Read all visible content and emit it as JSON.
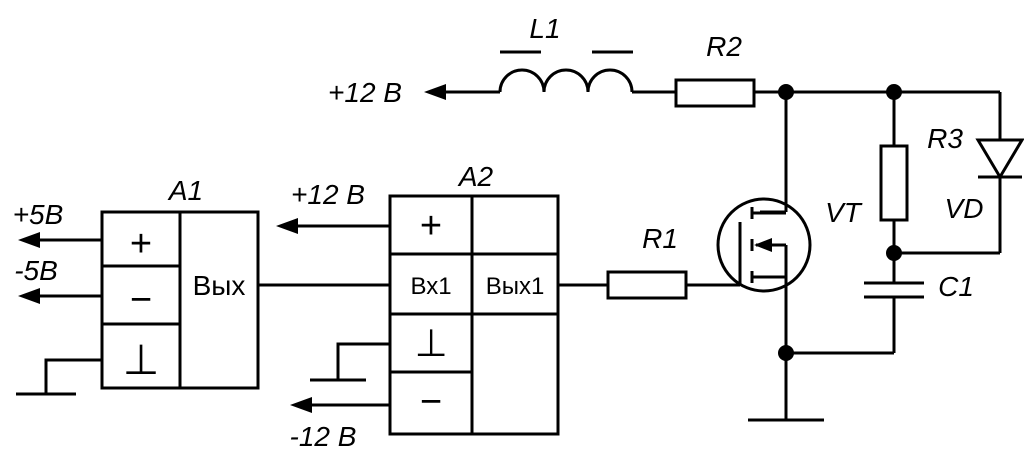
{
  "labels": {
    "l1": "L1",
    "r2": "R2",
    "r1": "R1",
    "r3": "R3",
    "vt": "VT",
    "vd": "VD",
    "c1": "C1",
    "a1": "A1",
    "a2": "A2",
    "plus12_top": "+12 В",
    "plus12_mid": "+12 В",
    "minus12": "-12 В",
    "plus5": "+5В",
    "minus5": "-5В"
  },
  "a1": {
    "out": "Вых",
    "plus": "+",
    "minus": "−",
    "ground": "⊥"
  },
  "a2": {
    "in1": "Вх1",
    "out1": "Вых1",
    "plus": "+",
    "minus": "−",
    "ground": "⊥"
  }
}
